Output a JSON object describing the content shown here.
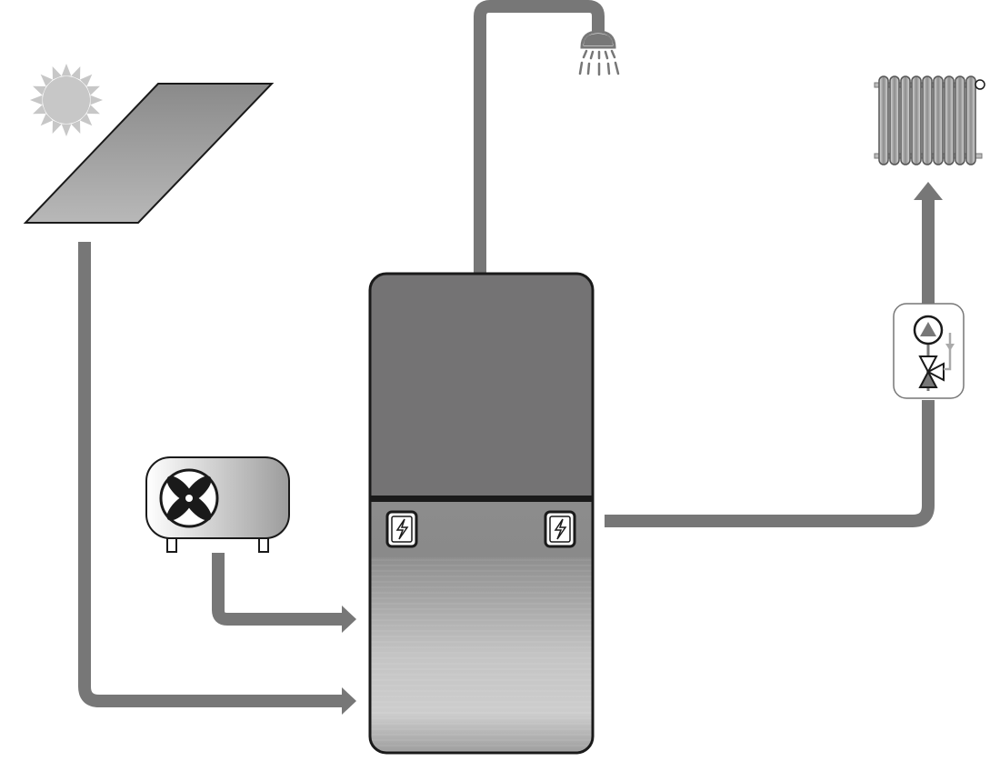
{
  "diagram": {
    "type": "heating-system-schematic",
    "components": [
      {
        "id": "sun",
        "icon": "sun-icon"
      },
      {
        "id": "solar-collector",
        "icon": "solar-panel-icon"
      },
      {
        "id": "heat-pump",
        "icon": "fan-icon"
      },
      {
        "id": "storage-tank",
        "icon": "tank-icon"
      },
      {
        "id": "heating-element-left",
        "icon": "lightning-icon"
      },
      {
        "id": "heating-element-right",
        "icon": "lightning-icon"
      },
      {
        "id": "shower",
        "icon": "shower-icon"
      },
      {
        "id": "pump-mixing-group",
        "icon": "pump-valve-icon"
      },
      {
        "id": "radiator",
        "icon": "radiator-icon"
      }
    ],
    "connections": [
      {
        "from": "solar-collector",
        "to": "storage-tank"
      },
      {
        "from": "heat-pump",
        "to": "storage-tank"
      },
      {
        "from": "storage-tank",
        "to": "shower"
      },
      {
        "from": "storage-tank",
        "to": "pump-mixing-group"
      },
      {
        "from": "pump-mixing-group",
        "to": "radiator"
      }
    ]
  },
  "colors": {
    "pipe": "#777777",
    "tank_top": "#747374",
    "outline": "#1a1a1a",
    "sun": "#c7c7c7",
    "background": "#ffffff"
  }
}
